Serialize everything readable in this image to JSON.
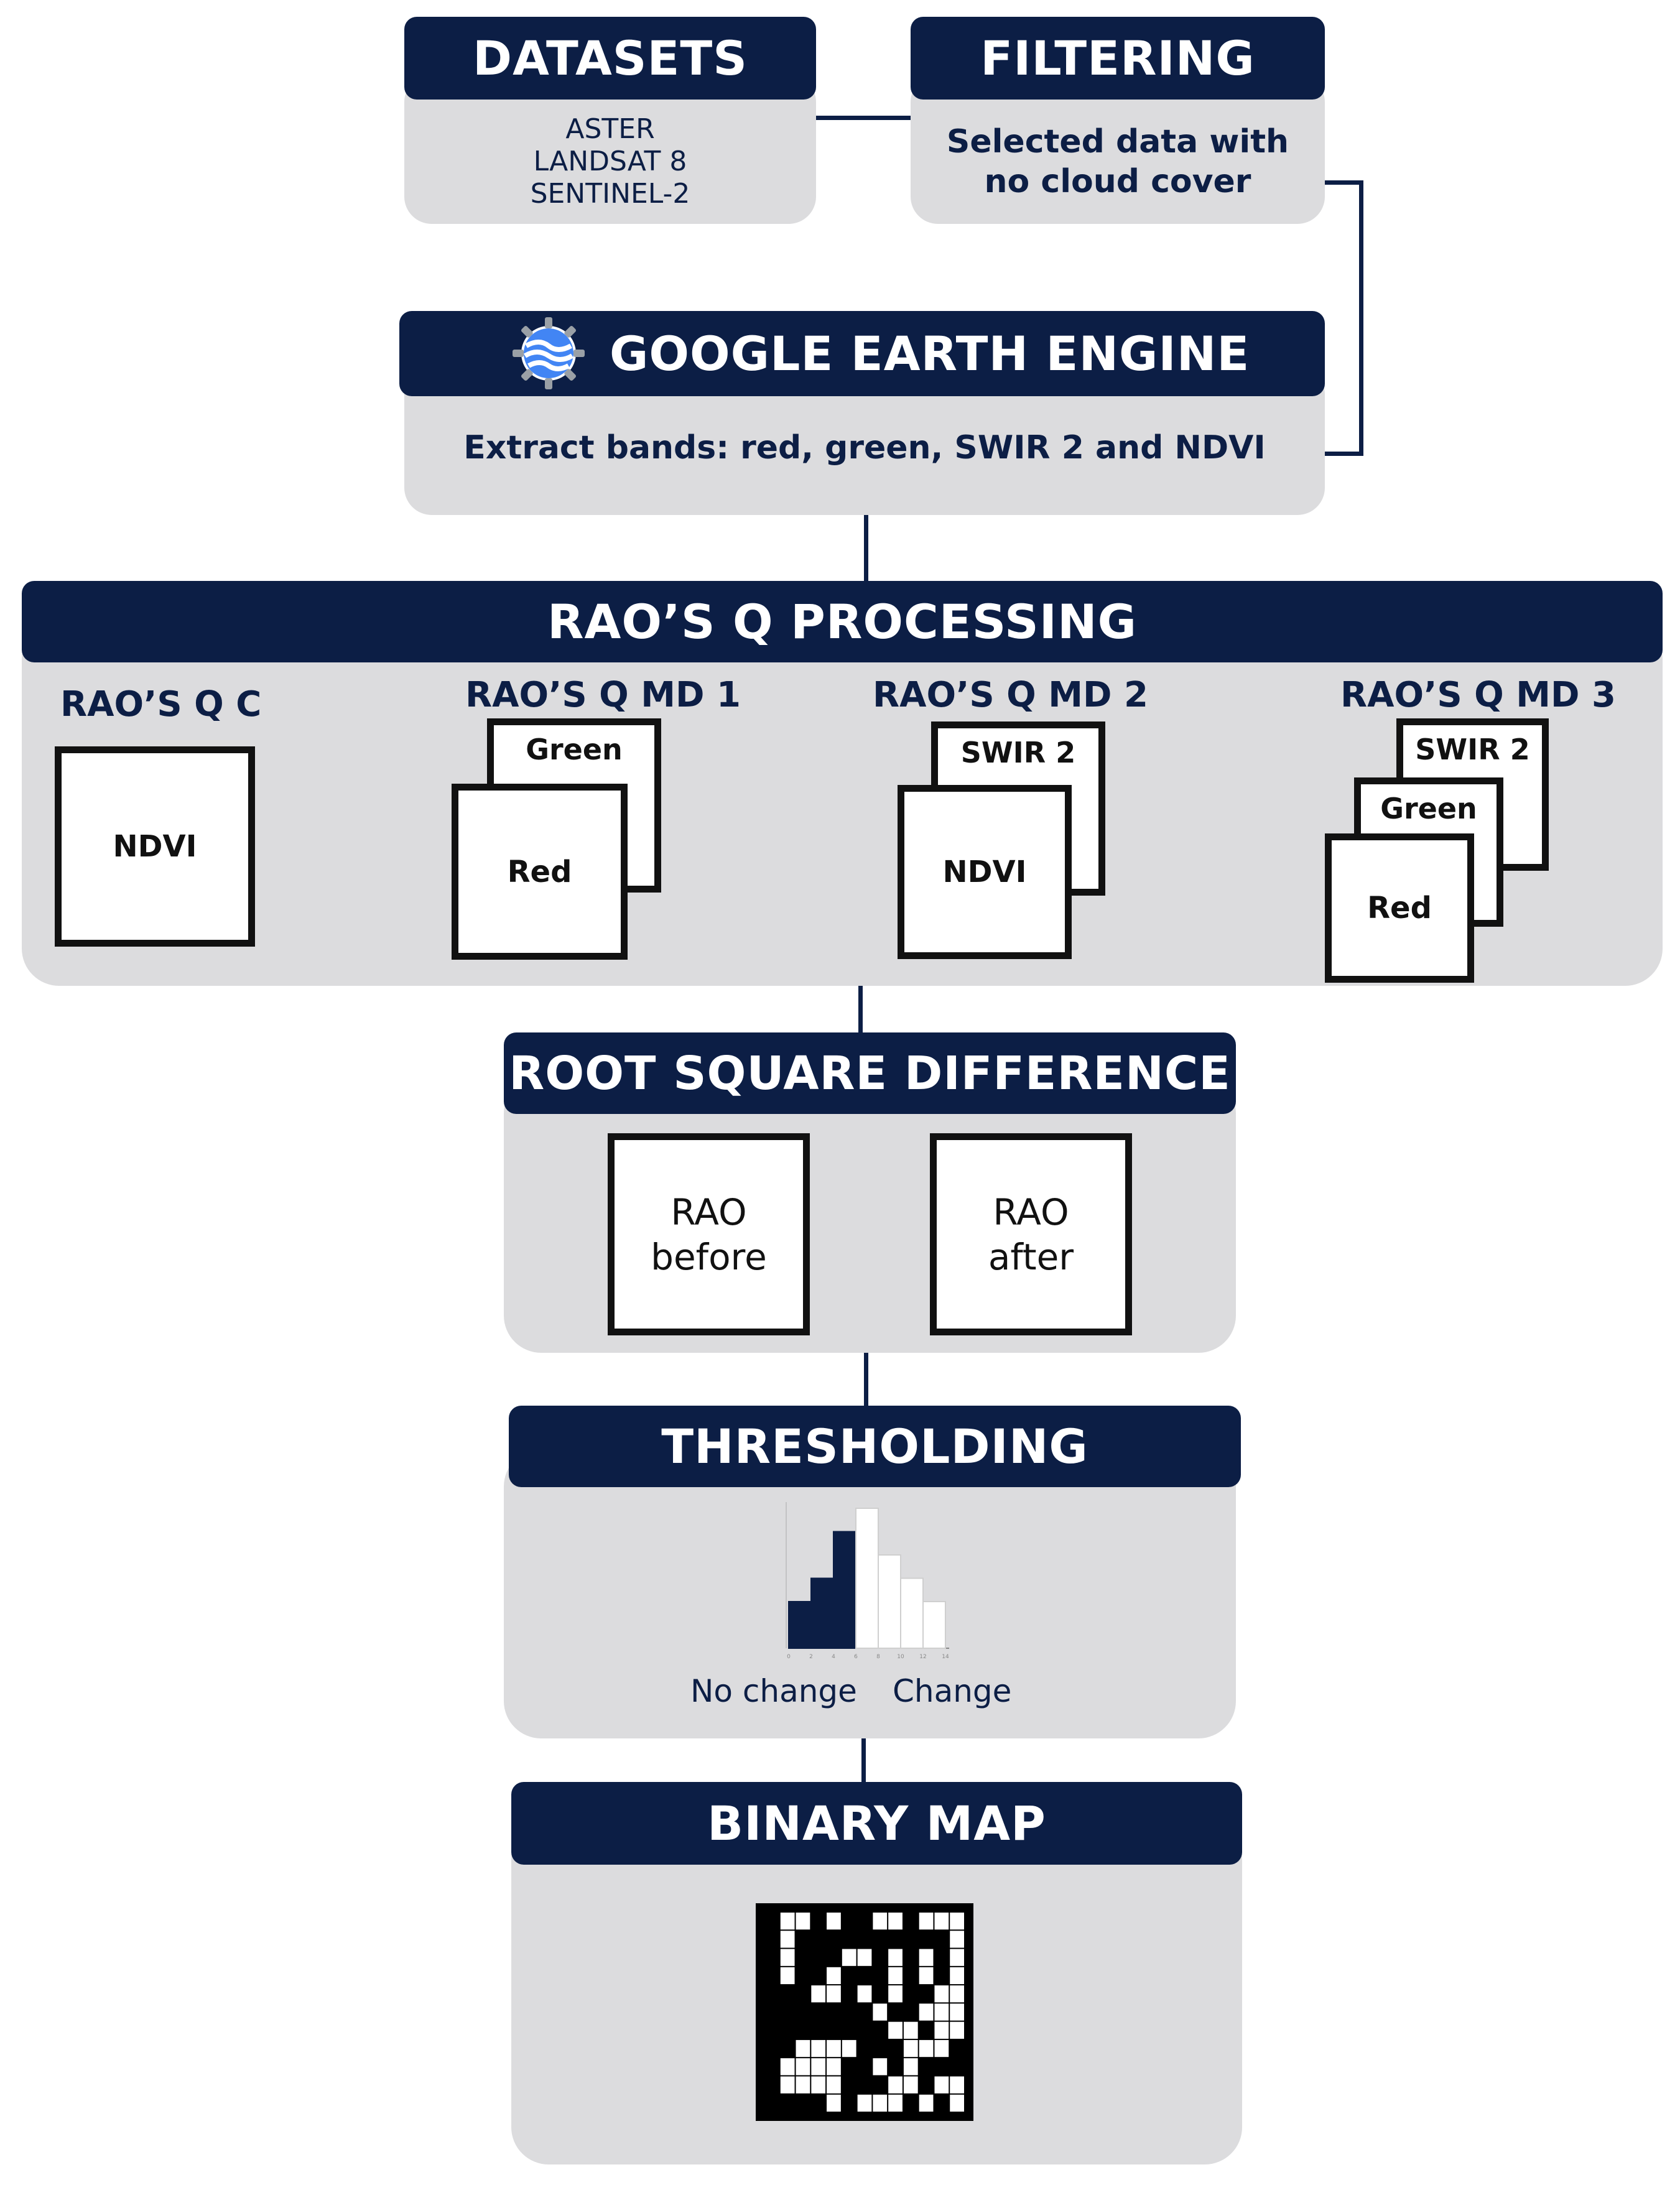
{
  "datasets": {
    "title": "DATASETS",
    "items": [
      "ASTER",
      "LANDSAT 8",
      "SENTINEL-2"
    ]
  },
  "filtering": {
    "title": "FILTERING",
    "lines": [
      "Selected data with",
      "no cloud cover"
    ]
  },
  "gee": {
    "title": "GOOGLE EARTH ENGINE",
    "text": "Extract bands: red, green, SWIR 2 and NDVI",
    "icon": "google-earth-engine-logo"
  },
  "raos_q": {
    "title": "RAO’S Q PROCESSING",
    "c": {
      "label": "RAO’S Q C",
      "front": "NDVI"
    },
    "md1": {
      "label": "RAO’S Q MD 1",
      "back": "Green",
      "front": "Red"
    },
    "md2": {
      "label": "RAO’S Q MD 2",
      "back": "SWIR 2",
      "front": "NDVI"
    },
    "md3": {
      "label": "RAO’S Q MD 3",
      "back": "SWIR 2",
      "middle": "Green",
      "front": "Red"
    }
  },
  "rsd": {
    "title": "ROOT SQUARE DIFFERENCE",
    "before": [
      "RAO",
      "before"
    ],
    "after": [
      "RAO",
      "after"
    ]
  },
  "thresholding": {
    "title": "THRESHOLDING",
    "no_change": "No change",
    "change": "Change"
  },
  "binary_map": {
    "title": "BINARY MAP"
  },
  "colors": {
    "navy": "#0c1e45",
    "panel": "#dcdcde",
    "white": "#ffffff",
    "black": "#111111"
  },
  "chart_data": {
    "type": "bar",
    "values": [
      2,
      3,
      5,
      6,
      4,
      3,
      2
    ],
    "categories": [
      "0",
      "2",
      "4",
      "6",
      "8",
      "10",
      "12",
      "14"
    ],
    "ylim": [
      0,
      6
    ],
    "series_colors": [
      "#0c1e45",
      "#0c1e45",
      "#0c1e45",
      "#ffffff",
      "#ffffff",
      "#ffffff",
      "#ffffff"
    ],
    "xlabel": "",
    "ylabel": "",
    "title": ""
  },
  "binary_grid": [
    "0110100110111",
    "0100000000001",
    "0100011010101",
    "0100100010101",
    "0001101010011",
    "0000000100111",
    "0000000011011",
    "0011110001110",
    "0111100101000",
    "0111100011011",
    "0000101110101"
  ]
}
